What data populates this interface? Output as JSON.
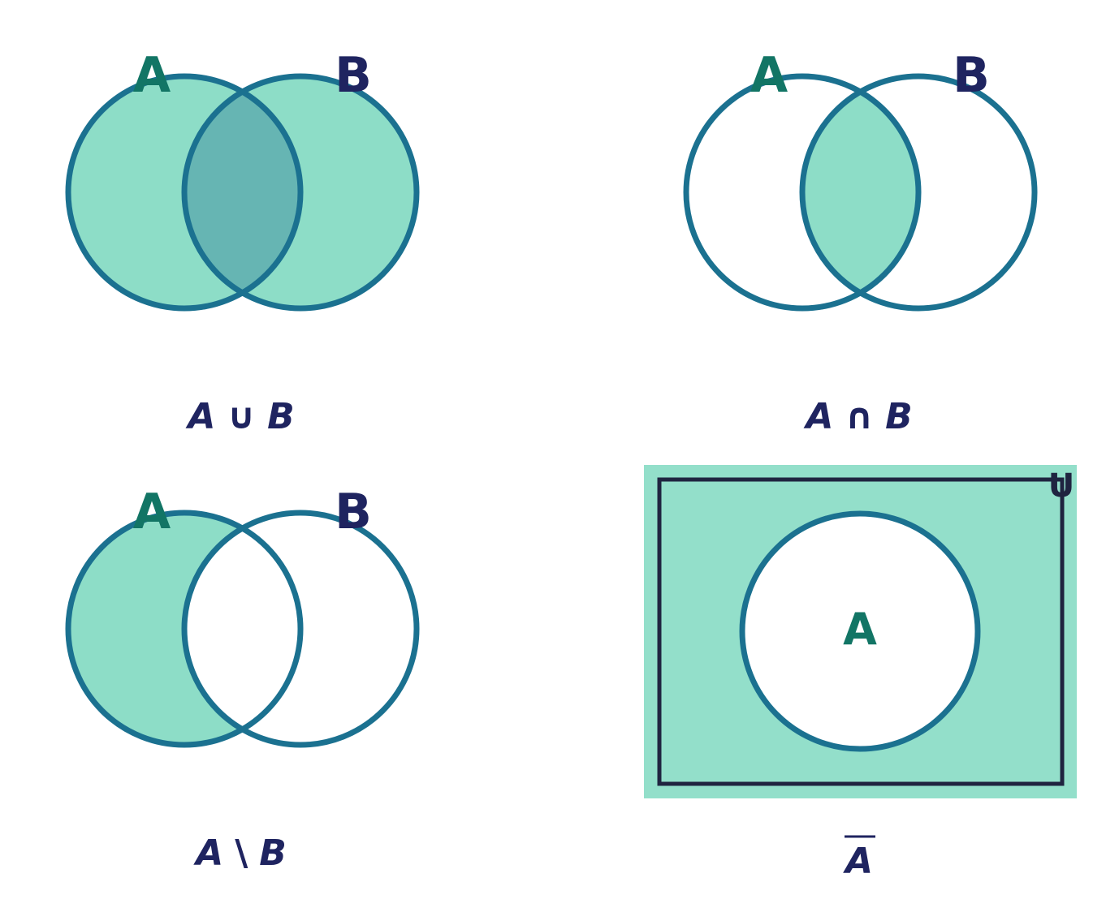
{
  "colors": {
    "fill": "#8dddc7",
    "overlap": "#66b5b3",
    "stroke": "#1b7190",
    "letter_a": "#127565",
    "letter_b": "#1f2460",
    "frame": "#1f2440",
    "complement_bg": "#93dfca"
  },
  "panels": {
    "union": {
      "label_a": "A",
      "label_b": "B",
      "caption": {
        "left": "A",
        "op": "∪",
        "right": "B"
      }
    },
    "intersection": {
      "label_a": "A",
      "label_b": "B",
      "caption": {
        "left": "A",
        "op": "∩",
        "right": "B"
      }
    },
    "difference": {
      "label_a": "A",
      "label_b": "B",
      "caption": {
        "left": "A",
        "op": "\\",
        "right": "B"
      }
    },
    "complement": {
      "universe_label": "U",
      "label_a": "A",
      "caption": "A"
    }
  }
}
